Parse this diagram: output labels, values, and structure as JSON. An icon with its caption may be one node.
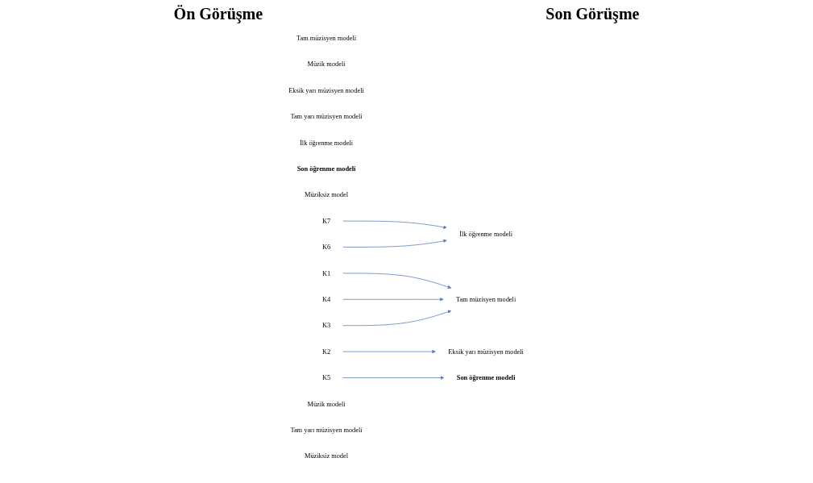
{
  "diagram": {
    "nodes": [
      {
        "text": [
          "Tam müzisyen modeli"
        ]
      },
      {
        "text": [
          "Müzik modeli"
        ]
      },
      {
        "text": [
          "Eksik yarı müzisyen modeli"
        ]
      },
      {
        "text": [
          "Tam yarı müzisyen modeli"
        ]
      },
      {
        "text": [
          "İlk öğrenme modeli"
        ]
      },
      {
        "text": [
          "Son öğrenme modeli"
        ]
      },
      {
        "text": [
          "Müziksiz model"
        ]
      },
      {
        "text": [
          "K7"
        ]
      },
      {
        "text": [
          "K1"
        ]
      },
      {
        "text": [
          "K4"
        ]
      },
      {
        "text": [
          "K3"
        ]
      },
      {
        "text": [
          "K2"
        ]
      },
      {
        "text": [
          "K6"
        ]
      },
      {
        "text": [
          "K5"
        ]
      },
      {
        "text": [
          "Tam müzisyen modeli"
        ]
      },
      {
        "text": [
          "Müzik modeli"
        ]
      },
      {
        "text": [
          "Eksik yarı müzisyen modeli"
        ]
      },
      {
        "text": [
          "Tam yarı müzisyen modeli"
        ]
      },
      {
        "text": [
          "İlk öğrenme modeli"
        ]
      },
      {
        "text": [
          "Son öğrenme modeli"
        ]
      },
      {
        "text": [
          "Müziksiz model"
        ]
      }
    ],
    "edges": [
      {
        "from": 7,
        "to": 18,
        "arrow": "to"
      },
      {
        "from": 8,
        "to": 14,
        "arrow": "to"
      },
      {
        "from": 9,
        "to": 14,
        "arrow": "to"
      },
      {
        "from": 10,
        "to": 14,
        "arrow": "to"
      },
      {
        "from": 11,
        "to": 16,
        "arrow": "to"
      },
      {
        "from": 12,
        "to": 18,
        "arrow": "to"
      },
      {
        "from": 13,
        "to": 19,
        "arrow": "to"
      }
    ],
    "labels": [
      "Ön Görüşme",
      "Son Görüşme"
    ]
  }
}
